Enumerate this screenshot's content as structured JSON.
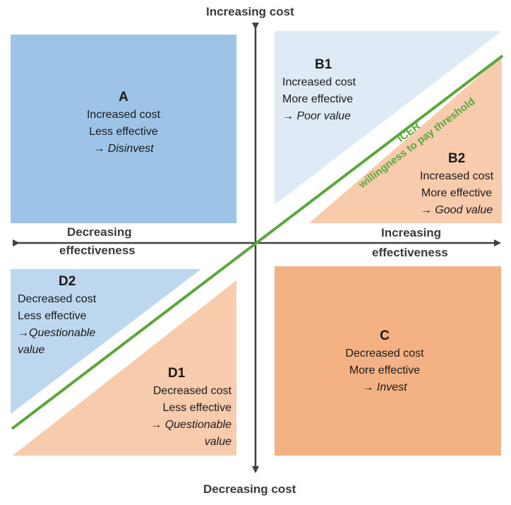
{
  "axes": {
    "top": "Increasing cost",
    "bottom": "Decreasing cost",
    "left_line1": "Decreasing",
    "left_line2": "effectiveness",
    "right_line1": "Increasing",
    "right_line2": "effectiveness"
  },
  "quadrants": {
    "A": {
      "title": "A",
      "line1": "Increased cost",
      "line2": "Less effective",
      "action": "→ Disinvest",
      "color": "#9dc3e6"
    },
    "B1": {
      "title": "B1",
      "line1": "Increased cost",
      "line2": "More effective",
      "action": "→ Poor value",
      "color": "#deebf7"
    },
    "B2": {
      "title": "B2",
      "line1": "Increased cost",
      "line2": "More effective",
      "action": "→ Good value",
      "color": "#f8cbad"
    },
    "C": {
      "title": "C",
      "line1": "Decreased cost",
      "line2": "More effective",
      "action": "→ Invest",
      "color": "#f4b183"
    },
    "D1": {
      "title": "D1",
      "line1": "Decreased cost",
      "line2": "Less effective",
      "action_line1": "→ Questionable",
      "action_line2": "value",
      "color": "#f8cbad"
    },
    "D2": {
      "title": "D2",
      "line1": "Decreased cost",
      "line2": "Less effective",
      "action_line1": "→Questionable",
      "action_line2": "value",
      "color": "#bdd7ee"
    }
  },
  "threshold": {
    "label_line1": "ICER",
    "label_line2": "willingness to pay threshold",
    "color": "#5aa83c"
  },
  "colors": {
    "axis": "#3f3f3f"
  }
}
